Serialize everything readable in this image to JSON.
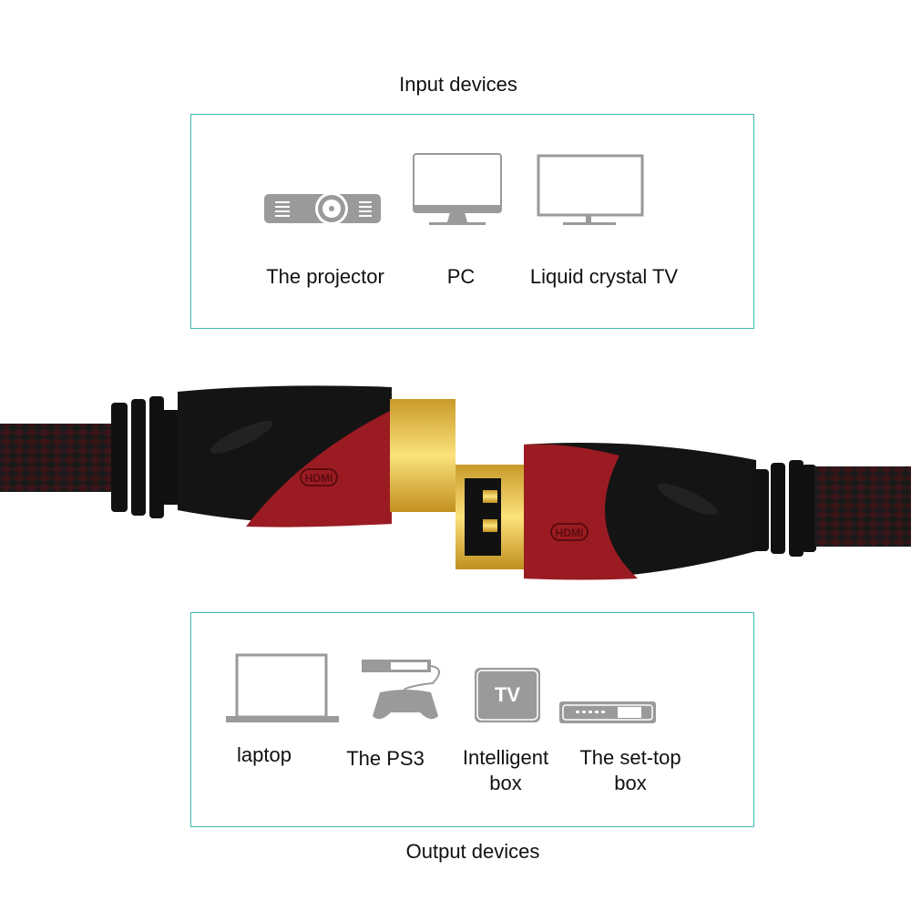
{
  "input_section": {
    "title": "Input devices",
    "devices": [
      {
        "label": "The projector",
        "icon": "projector-icon"
      },
      {
        "label": "PC",
        "icon": "monitor-icon"
      },
      {
        "label": "Liquid crystal TV",
        "icon": "tv-icon"
      }
    ]
  },
  "output_section": {
    "title": "Output devices",
    "devices": [
      {
        "label": "laptop",
        "icon": "laptop-icon"
      },
      {
        "label": "The PS3",
        "icon": "game-console-icon"
      },
      {
        "label_line1": "Intelligent",
        "label_line2": "box",
        "icon": "tv-box-icon",
        "icon_text": "TV"
      },
      {
        "label_line1": "The set-top",
        "label_line2": "box",
        "icon": "set-top-box-icon"
      }
    ]
  },
  "product": {
    "logo_text": "HDMI"
  },
  "colors": {
    "frame": "#3fb8b0",
    "icon": "#9a9a9a",
    "connector_red": "#9b1b22",
    "connector_black": "#141414",
    "gold": "#e8c24a"
  }
}
